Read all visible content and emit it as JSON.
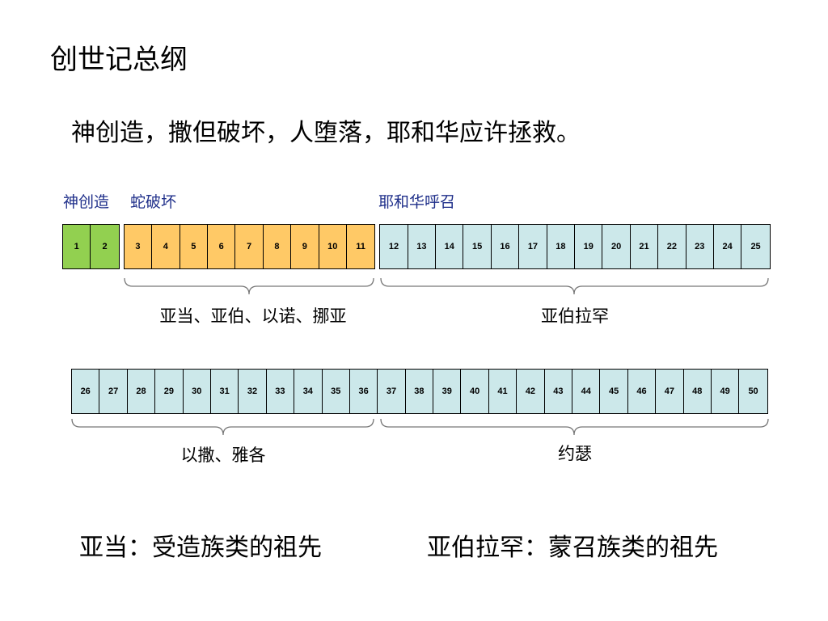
{
  "title": "创世记总纲",
  "summary": "神创造，撒但破坏，人堕落，耶和华应许拯救。",
  "segment_labels": {
    "creation": "神创造",
    "serpent": "蛇破坏",
    "jehovah": "耶和华呼召"
  },
  "row1": {
    "green": [
      "1",
      "2"
    ],
    "orange": [
      "3",
      "4",
      "5",
      "6",
      "7",
      "8",
      "9",
      "10",
      "11"
    ],
    "blue": [
      "12",
      "13",
      "14",
      "15",
      "16",
      "17",
      "18",
      "19",
      "20",
      "21",
      "22",
      "23",
      "24",
      "25"
    ]
  },
  "row2": {
    "blue": [
      "26",
      "27",
      "28",
      "29",
      "30",
      "31",
      "32",
      "33",
      "34",
      "35",
      "36",
      "37",
      "38",
      "39",
      "40",
      "41",
      "42",
      "43",
      "44",
      "45",
      "46",
      "47",
      "48",
      "49",
      "50"
    ]
  },
  "brace_labels": {
    "adam_line": "亚当、亚伯、以诺、挪亚",
    "abraham": "亚伯拉罕",
    "isaac_jacob": "以撒、雅各",
    "joseph": "约瑟"
  },
  "bottom": {
    "left": "亚当：受造族类的祖先",
    "right": "亚伯拉罕：蒙召族类的祖先"
  },
  "colors": {
    "green": "#92d050",
    "orange": "#ffc966",
    "blue": "#cce8ea",
    "label_blue": "#1f2f8a"
  }
}
